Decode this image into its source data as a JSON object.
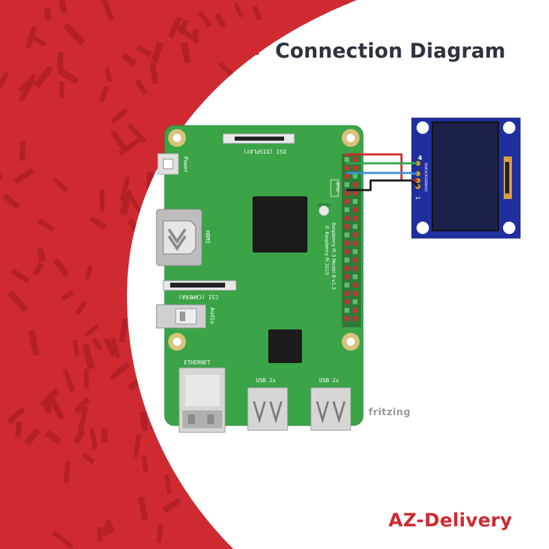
{
  "header": {
    "title": "Connection Diagram"
  },
  "brand": {
    "name": "AZ-Delivery"
  },
  "watermark": {
    "text": "fritzing"
  },
  "board": {
    "label_power": "Power",
    "label_hdmi": "HDMI",
    "label_dsi": "DSI (DISPLAY)",
    "label_csi": "CSI (CAMERA)",
    "label_audio": "Audio",
    "label_ethernet": "ETHERNET",
    "label_usb_left": "USB 2x",
    "label_usb_right": "USB 2x",
    "label_gpio": "GPIO",
    "model_line1": "Raspberry Pi 3 Model B v1.2",
    "model_line2": "© Raspberry Pi 2015"
  },
  "oled": {
    "pin_labels": [
      "VDD",
      "GND",
      "SCK",
      "SDA"
    ],
    "pin_first_number": "1",
    "pin_last_number": "4"
  },
  "colors": {
    "background_red": "#cf2a31",
    "board_green": "#3aa447",
    "oled_blue": "#1f2f9e",
    "screen_dark": "#1b2148",
    "wire_red": "#d4262b",
    "wire_green": "#2ea84a",
    "wire_blue": "#3b8fd6",
    "wire_black": "#1a1a1a"
  }
}
